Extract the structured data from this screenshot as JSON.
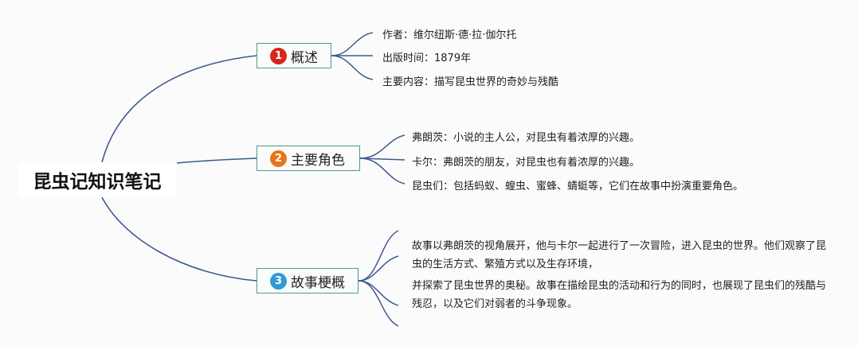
{
  "root": {
    "title": "昆虫记知识笔记"
  },
  "colors": {
    "line": "#3f5a8e",
    "branch_border": "#4e9a8c",
    "badges": [
      "#d7261c",
      "#e8751a",
      "#2e9ad8"
    ]
  },
  "branches": [
    {
      "number": "1",
      "label": "概述",
      "leaves": [
        "作者：维尔纽斯·德·拉·伽尔托",
        "出版时间：1879年",
        "主要内容：描写昆虫世界的奇妙与残酷"
      ]
    },
    {
      "number": "2",
      "label": "主要角色",
      "leaves": [
        "弗朗茨：小说的主人公，对昆虫有着浓厚的兴趣。",
        "卡尔：弗朗茨的朋友，对昆虫也有着浓厚的兴趣。",
        "昆虫们：包括蚂蚁、蝗虫、蜜蜂、蜻蜓等，它们在故事中扮演重要角色。"
      ]
    },
    {
      "number": "3",
      "label": "故事梗概",
      "leaves": [
        "故事以弗朗茨的视角展开，他与卡尔一起进行了一次冒险，进入昆虫的世界。他们观察了昆虫的生活方式、繁殖方式以及生存环境，",
        "并探索了昆虫世界的奥秘。故事在描绘昆虫的活动和行为的同时，也展现了昆虫们的残酷与残忍，以及它们对弱者的斗争现象。"
      ]
    }
  ]
}
